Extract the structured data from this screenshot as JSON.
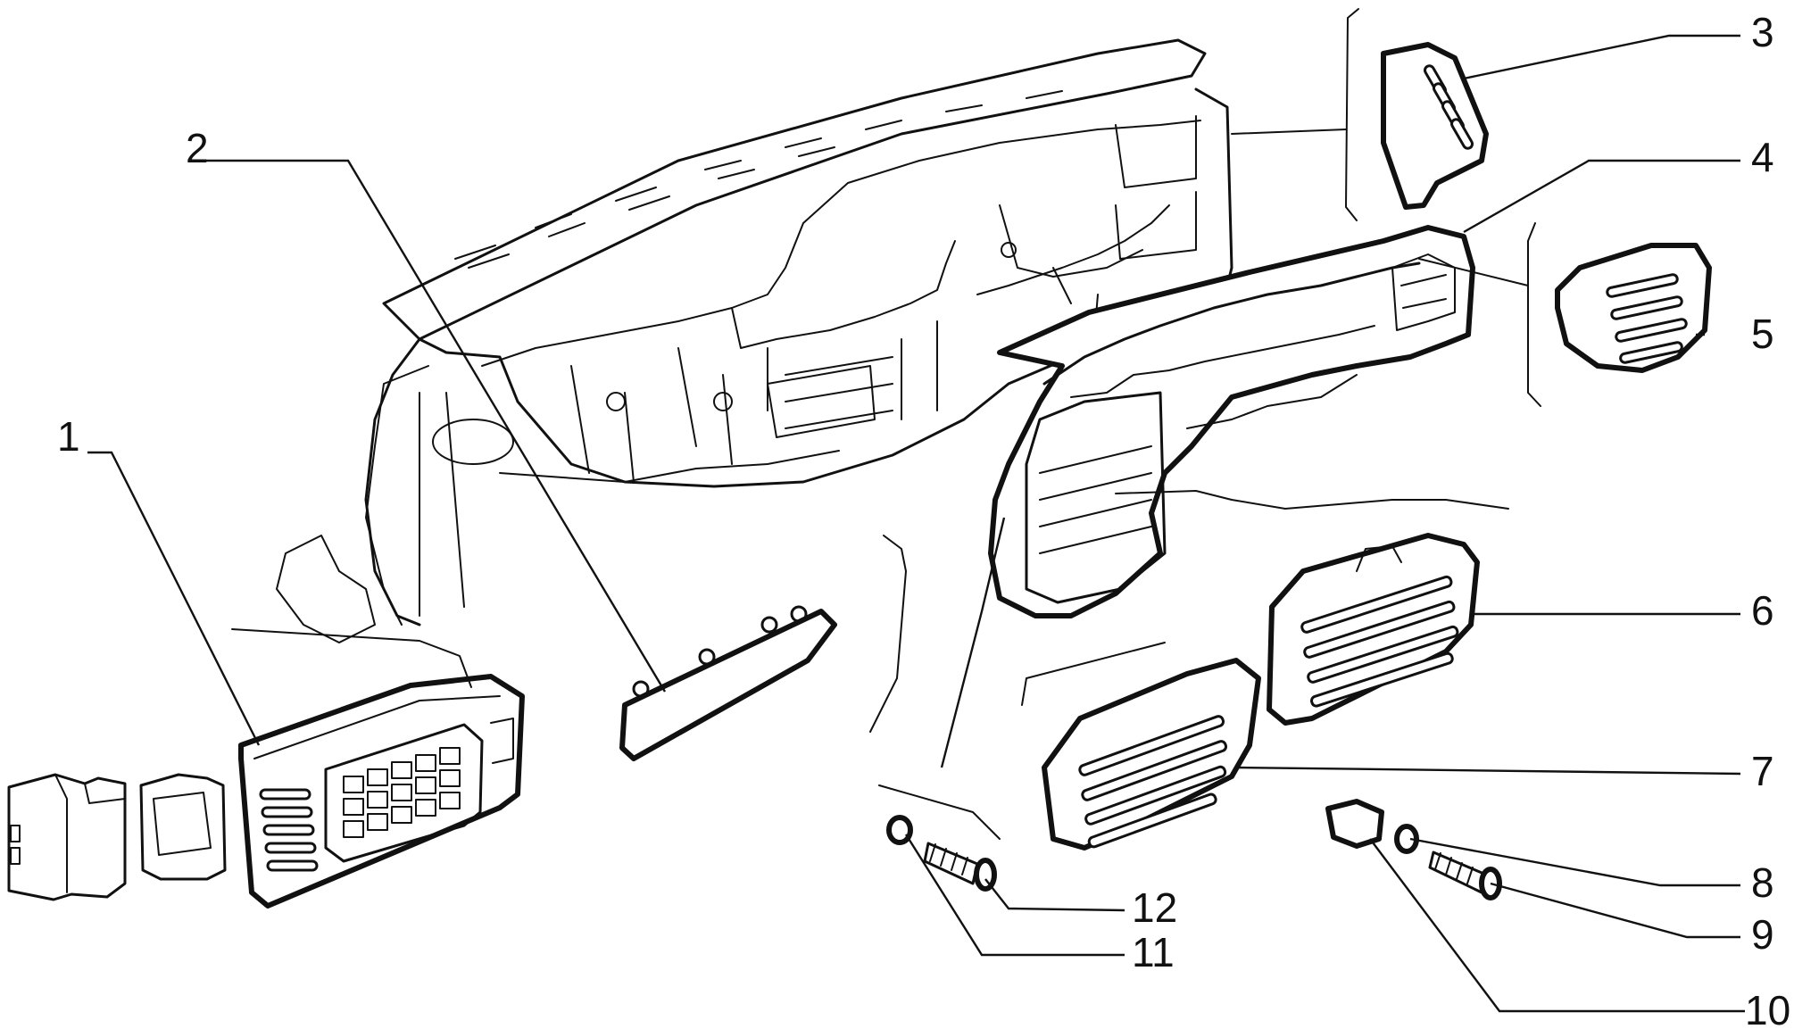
{
  "diagram": {
    "title": "",
    "callouts": [
      "1",
      "2",
      "3",
      "4",
      "5",
      "6",
      "7",
      "8",
      "9",
      "10",
      "11",
      "12"
    ]
  },
  "style": {
    "line_color": "#111111",
    "background": "#ffffff"
  }
}
